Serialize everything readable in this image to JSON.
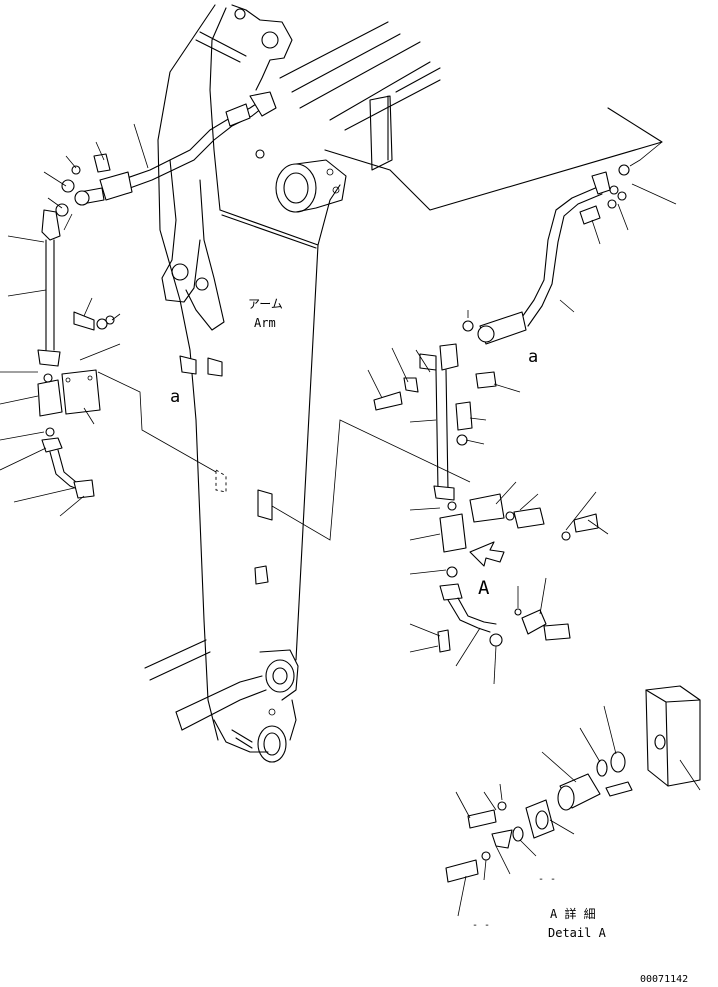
{
  "labels": {
    "arm_jp": "アーム",
    "arm_en": "Arm",
    "ref_a_upper": "a",
    "ref_a_right": "a",
    "view_A": "A",
    "detail_jp": "A 詳 細",
    "detail_en": "Detail A",
    "drawing_number": "00071142",
    "blank_1": "- -",
    "blank_2": "- -"
  }
}
